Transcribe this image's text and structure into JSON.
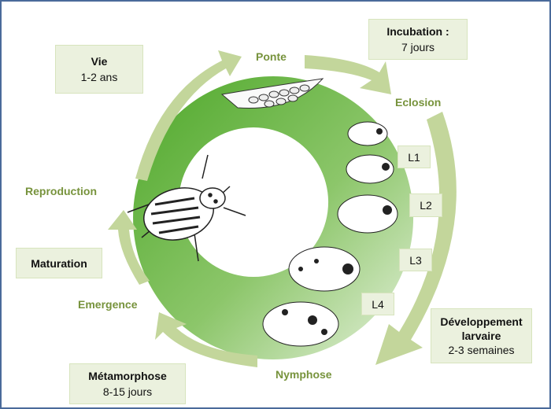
{
  "boxes": {
    "vie": {
      "title": "Vie",
      "detail": "1-2 ans"
    },
    "incubation": {
      "title": "Incubation :",
      "detail": "7 jours"
    },
    "developpement": {
      "title1": "Développement",
      "title2": "larvaire",
      "detail": "2-3 semaines"
    },
    "maturation": {
      "title": "Maturation"
    },
    "metamorphose": {
      "title": "Métamorphose",
      "detail": "8-15 jours"
    }
  },
  "stages": {
    "ponte": "Ponte",
    "eclosion": "Eclosion",
    "nymphose": "Nymphose",
    "emergence": "Emergence",
    "reproduction": "Reproduction"
  },
  "larval_stages": [
    "L1",
    "L2",
    "L3",
    "L4"
  ],
  "colors": {
    "ring_dark": "#5aae32",
    "arrow": "#c3d69b",
    "label": "#77933c",
    "box_bg": "#ebf1de"
  }
}
